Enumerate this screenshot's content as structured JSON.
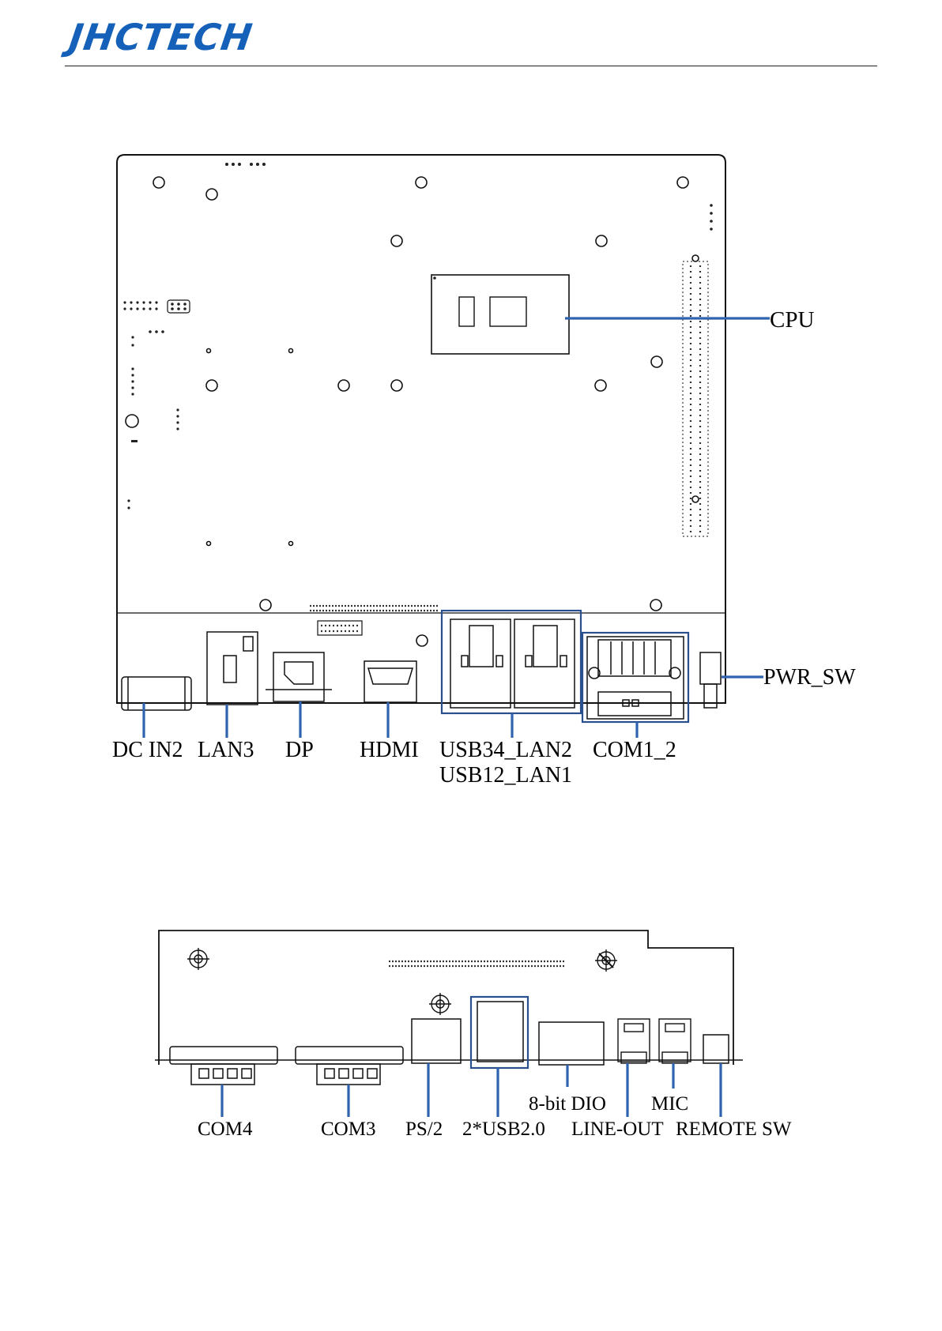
{
  "brand": {
    "logo_text": "JHCTECH"
  },
  "top_view": {
    "labels": {
      "cpu": "CPU",
      "pwr_sw": "PWR_SW",
      "dc_in2": "DC IN2",
      "lan3": "LAN3",
      "dp": "DP",
      "hdmi": "HDMI",
      "usb34_lan2": "USB34_LAN2",
      "usb12_lan1": "USB12_LAN1",
      "com1_2": "COM1_2"
    }
  },
  "bottom_view": {
    "labels": {
      "com4": "COM4",
      "com3": "COM3",
      "ps2": "PS/2",
      "usb20": "2*USB2.0",
      "dio": "8-bit DIO",
      "line_out": "LINE-OUT",
      "mic": "MIC",
      "remote_sw": "REMOTE SW"
    }
  },
  "colors": {
    "brand": "#1560b8",
    "leader": "#2f63b0",
    "highlight_box": "#2a4f8f"
  }
}
